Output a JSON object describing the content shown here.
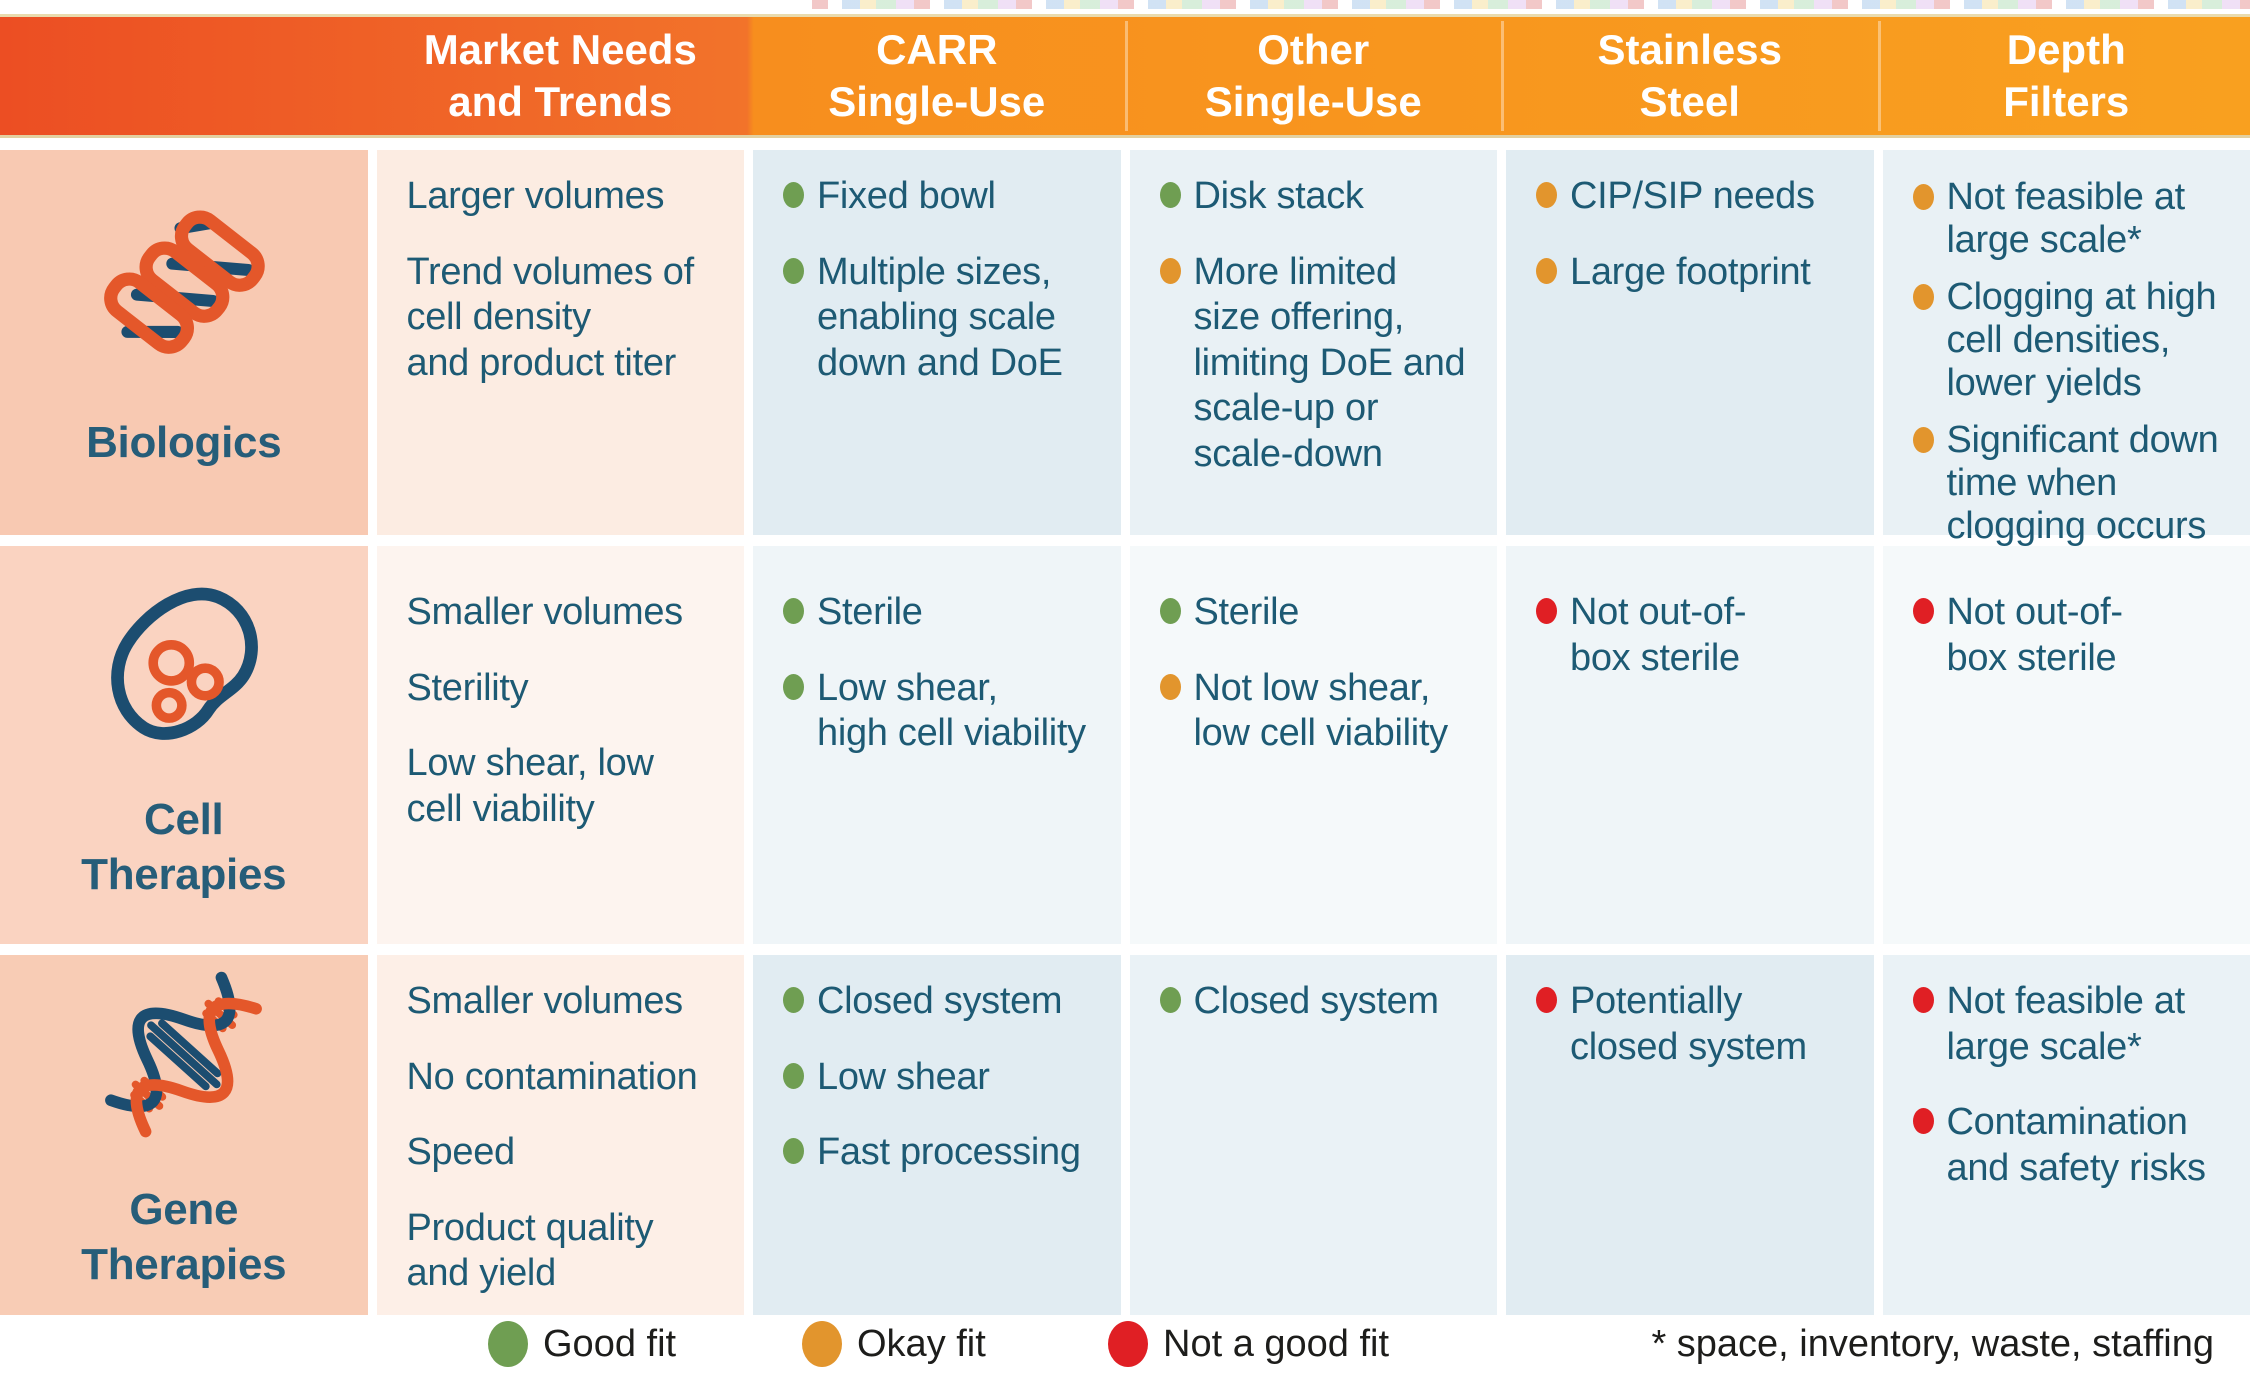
{
  "header": {
    "cells": [
      {
        "label": ""
      },
      {
        "label": "Market Needs\nand Trends"
      },
      {
        "label": "CARR\nSingle-Use"
      },
      {
        "label": "Other\nSingle-Use"
      },
      {
        "label": "Stainless\nSteel"
      },
      {
        "label": "Depth\nFilters"
      }
    ]
  },
  "rows": [
    {
      "label": "Biologics",
      "icon": "helix-coil-icon",
      "market_needs": {
        "items": [
          {
            "text": "Larger volumes"
          },
          {
            "text": "Trend volumes of\ncell density\nand product titer"
          }
        ]
      },
      "carr_single_use": {
        "items": [
          {
            "fit": "good",
            "text": "Fixed bowl"
          },
          {
            "fit": "good",
            "text": "Multiple sizes,\nenabling scale\ndown and DoE"
          }
        ]
      },
      "other_single_use": {
        "items": [
          {
            "fit": "good",
            "text": "Disk stack"
          },
          {
            "fit": "okay",
            "text": "More limited\nsize offering,\nlimiting DoE and\nscale-up or\nscale-down"
          }
        ]
      },
      "stainless_steel": {
        "items": [
          {
            "fit": "okay",
            "text": "CIP/SIP needs"
          },
          {
            "fit": "okay",
            "text": "Large footprint"
          }
        ]
      },
      "depth_filters": {
        "items": [
          {
            "fit": "okay",
            "text": "Not feasible at\nlarge scale*"
          },
          {
            "fit": "okay",
            "text": "Clogging at high\ncell densities,\nlower yields"
          },
          {
            "fit": "okay",
            "text": "Significant down\ntime when\nclogging occurs"
          }
        ]
      }
    },
    {
      "label": "Cell\nTherapies",
      "icon": "cell-icon",
      "market_needs": {
        "items": [
          {
            "text": "Smaller volumes"
          },
          {
            "text": "Sterility"
          },
          {
            "text": "Low shear, low\ncell viability"
          }
        ]
      },
      "carr_single_use": {
        "items": [
          {
            "fit": "good",
            "text": "Sterile"
          },
          {
            "fit": "good",
            "text": "Low shear,\nhigh cell viability"
          }
        ]
      },
      "other_single_use": {
        "items": [
          {
            "fit": "good",
            "text": "Sterile"
          },
          {
            "fit": "okay",
            "text": "Not low shear,\nlow cell viability"
          }
        ]
      },
      "stainless_steel": {
        "items": [
          {
            "fit": "bad",
            "text": "Not out-of-\nbox sterile"
          }
        ]
      },
      "depth_filters": {
        "items": [
          {
            "fit": "bad",
            "text": "Not out-of-\nbox sterile"
          }
        ]
      }
    },
    {
      "label": "Gene\nTherapies",
      "icon": "dna-helix-icon",
      "market_needs": {
        "items": [
          {
            "text": "Smaller volumes"
          },
          {
            "text": "No contamination"
          },
          {
            "text": "Speed"
          },
          {
            "text": "Product quality\nand yield"
          }
        ]
      },
      "carr_single_use": {
        "items": [
          {
            "fit": "good",
            "text": "Closed system"
          },
          {
            "fit": "good",
            "text": "Low shear"
          },
          {
            "fit": "good",
            "text": "Fast processing"
          }
        ]
      },
      "other_single_use": {
        "items": [
          {
            "fit": "good",
            "text": "Closed system"
          }
        ]
      },
      "stainless_steel": {
        "items": [
          {
            "fit": "bad",
            "text": "Potentially\nclosed system"
          }
        ]
      },
      "depth_filters": {
        "items": [
          {
            "fit": "bad",
            "text": "Not feasible at\nlarge scale*"
          },
          {
            "fit": "bad",
            "text": "Contamination\nand safety risks"
          }
        ]
      }
    }
  ],
  "legend": {
    "items": [
      {
        "fit": "good",
        "label": "Good fit"
      },
      {
        "fit": "okay",
        "label": "Okay fit"
      },
      {
        "fit": "bad",
        "label": "Not a good fit"
      }
    ],
    "footnote": "* space, inventory, waste, staffing"
  },
  "colors": {
    "good_fit": "#6f9e52",
    "okay_fit": "#e2952d",
    "not_good_fit": "#e01f24",
    "header_gradient_left": "#ec4e23",
    "header_gradient_right": "#f9a01f",
    "body_text": "#1d5a74",
    "row_label_text": "#265d79",
    "row_header_pink": "#f8c9b2",
    "cell_blue": "#e1ecf2"
  }
}
